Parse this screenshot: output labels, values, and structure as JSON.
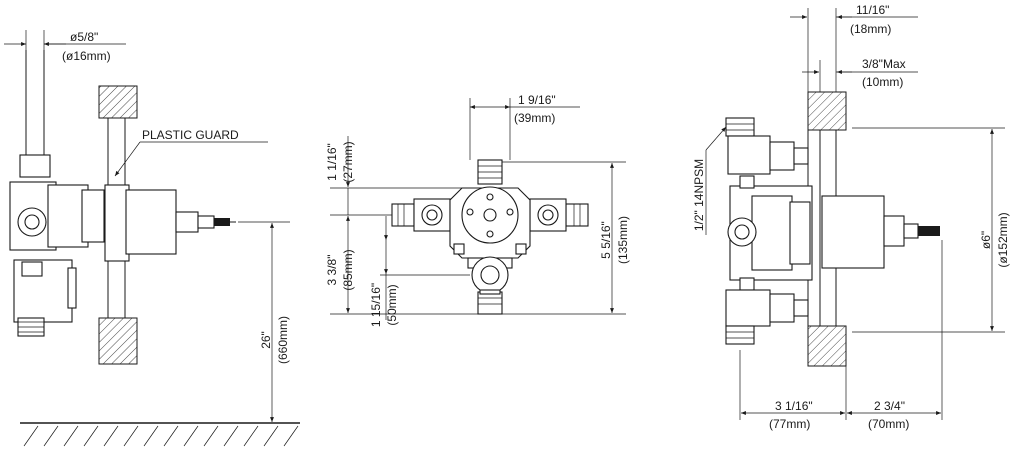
{
  "left_view": {
    "pipe_dia": "ø5/8\"",
    "pipe_dia_mm": "(ø16mm)",
    "guard_label": "PLASTIC GUARD",
    "height": "26\"",
    "height_mm": "(660mm)"
  },
  "front_view": {
    "top_width": "1 9/16\"",
    "top_width_mm": "(39mm)",
    "upper_offset": "1 1/16\"",
    "upper_offset_mm": "(27mm)",
    "lower_offset": "3 3/8\"",
    "lower_offset_mm": "(85mm)",
    "outlet_offset": "1 15/16\"",
    "outlet_offset_mm": "(50mm)",
    "total_height": "5 5/16\"",
    "total_height_mm": "(135mm)"
  },
  "right_view": {
    "wall_max": "11/16\"",
    "wall_max_mm": "(18mm)",
    "wall_min": "3/8\"Max",
    "wall_min_mm": "(10mm)",
    "thread": "1/2\" 14NPSM",
    "plate_dia": "ø6\"",
    "plate_dia_mm": "(ø152mm)",
    "depth": "3 1/16\"",
    "depth_mm": "(77mm)",
    "stem": "2 3/4\"",
    "stem_mm": "(70mm)"
  }
}
